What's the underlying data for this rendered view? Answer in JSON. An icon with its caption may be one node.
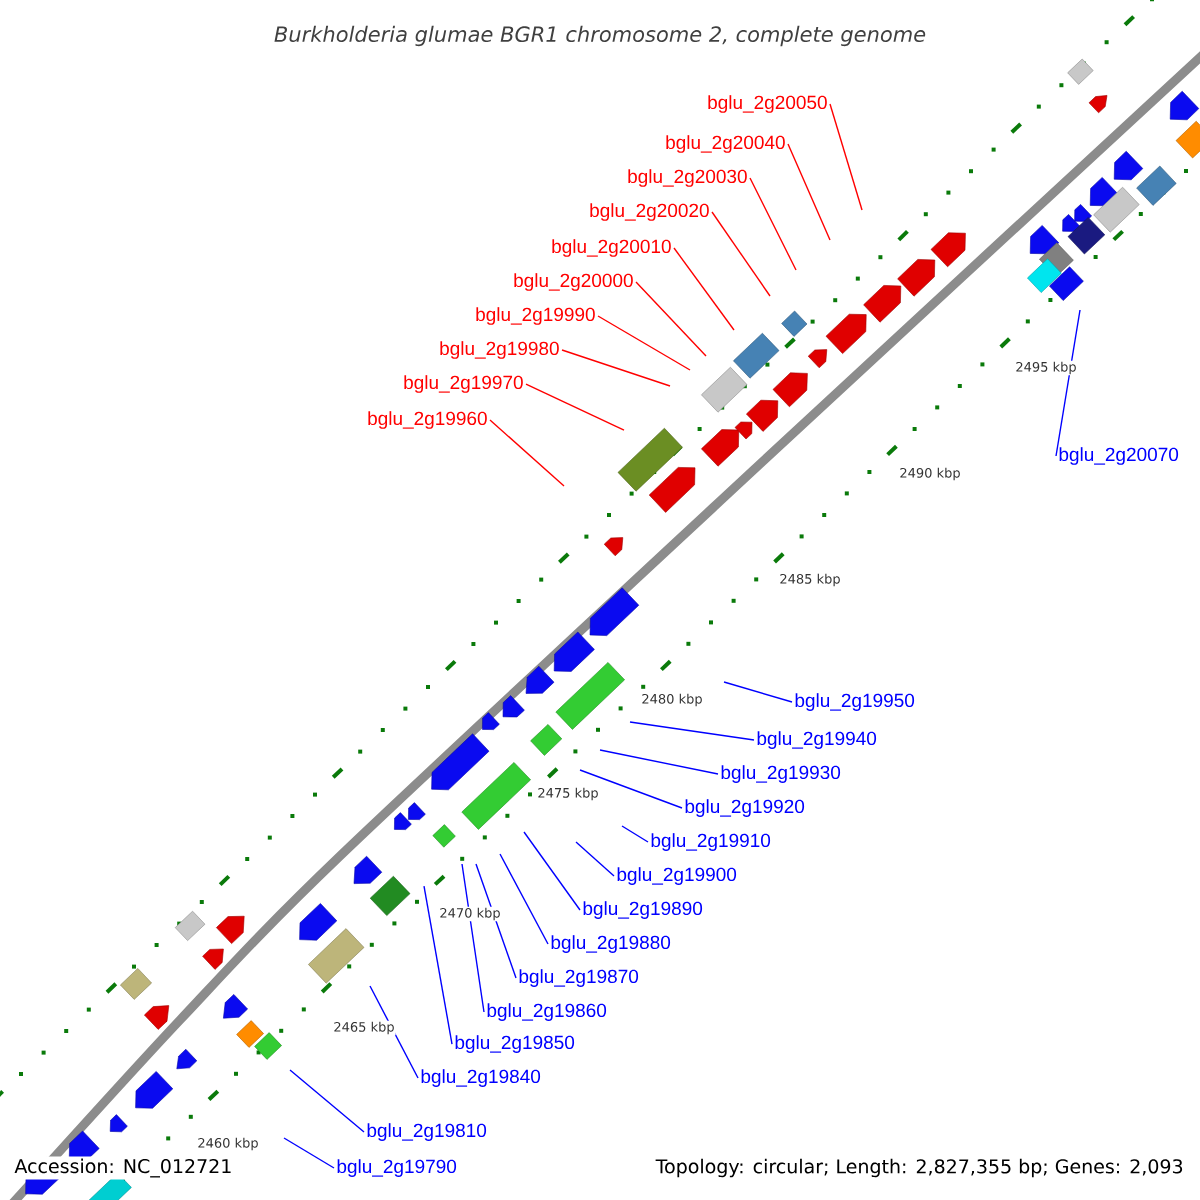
{
  "diagram": {
    "title": "*Burkholderia glumae* BGR1 chromosome 2, complete genome",
    "nodes": [
      {
        "text": [
          "bglu_2g20050"
        ]
      },
      {
        "text": [
          "bglu_2g20040"
        ]
      },
      {
        "text": [
          "bglu_2g20030"
        ]
      },
      {
        "text": [
          "bglu_2g20020"
        ]
      },
      {
        "text": [
          "bglu_2g20010"
        ]
      },
      {
        "text": [
          "bglu_2g20000"
        ]
      },
      {
        "text": [
          "bglu_2g19990"
        ]
      },
      {
        "text": [
          "bglu_2g19980"
        ]
      },
      {
        "text": [
          "bglu_2g19970"
        ]
      },
      {
        "text": [
          "bglu_2g19960"
        ]
      },
      {
        "text": [
          "bglu_2g20070"
        ]
      },
      {
        "text": [
          "bglu_2g19950"
        ]
      },
      {
        "text": [
          "bglu_2g19940"
        ]
      },
      {
        "text": [
          "bglu_2g19930"
        ]
      },
      {
        "text": [
          "bglu_2g19920"
        ]
      },
      {
        "text": [
          "bglu_2g19910"
        ]
      },
      {
        "text": [
          "bglu_2g19900"
        ]
      },
      {
        "text": [
          "bglu_2g19890"
        ]
      },
      {
        "text": [
          "bglu_2g19880"
        ]
      },
      {
        "text": [
          "bglu_2g19870"
        ]
      },
      {
        "text": [
          "bglu_2g19860"
        ]
      },
      {
        "text": [
          "bglu_2g19850"
        ]
      },
      {
        "text": [
          "bglu_2g19840"
        ]
      },
      {
        "text": [
          "bglu_2g19810"
        ]
      },
      {
        "text": [
          "bglu_2g19790"
        ]
      }
    ],
    "edges": [
      {
        "from": 0,
        "to": null,
        "arrow": "none",
        "color": "#ff0000"
      },
      {
        "from": 1,
        "to": null,
        "arrow": "none",
        "color": "#ff0000"
      },
      {
        "from": 2,
        "to": null,
        "arrow": "none",
        "color": "#ff0000"
      },
      {
        "from": 3,
        "to": null,
        "arrow": "none",
        "color": "#ff0000"
      },
      {
        "from": 4,
        "to": null,
        "arrow": "none",
        "color": "#ff0000"
      },
      {
        "from": 5,
        "to": null,
        "arrow": "none",
        "color": "#ff0000"
      },
      {
        "from": 6,
        "to": null,
        "arrow": "none",
        "color": "#ff0000"
      },
      {
        "from": 7,
        "to": null,
        "arrow": "none",
        "color": "#ff0000"
      },
      {
        "from": 8,
        "to": null,
        "arrow": "none",
        "color": "#ff0000"
      },
      {
        "from": 9,
        "to": null,
        "arrow": "none",
        "color": "#ff0000"
      },
      {
        "from": 10,
        "to": null,
        "arrow": "none"
      },
      {
        "from": 11,
        "to": null,
        "arrow": "none"
      },
      {
        "from": 12,
        "to": null,
        "arrow": "none"
      },
      {
        "from": 13,
        "to": null,
        "arrow": "none"
      },
      {
        "from": 14,
        "to": null,
        "arrow": "none"
      },
      {
        "from": 15,
        "to": null,
        "arrow": "none"
      },
      {
        "from": 16,
        "to": null,
        "arrow": "none"
      },
      {
        "from": 17,
        "to": null,
        "arrow": "none"
      },
      {
        "from": 18,
        "to": null,
        "arrow": "none"
      },
      {
        "from": 19,
        "to": null,
        "arrow": "none"
      },
      {
        "from": 20,
        "to": null,
        "arrow": "none"
      },
      {
        "from": 21,
        "to": null,
        "arrow": "none"
      },
      {
        "from": 22,
        "to": null,
        "arrow": "none"
      },
      {
        "from": 23,
        "to": null,
        "arrow": "none"
      },
      {
        "from": 24,
        "to": null,
        "arrow": "none"
      }
    ],
    "labels": [
      "2495 kbp",
      "2490 kbp",
      "2485 kbp",
      "2480 kbp",
      "2475 kbp",
      "2470 kbp",
      "2465 kbp",
      "2460 kbp",
      "Accession: NC_012721",
      "Topology: circular; Length: 2,827,355 bp; Genes: 2,093"
    ]
  }
}
